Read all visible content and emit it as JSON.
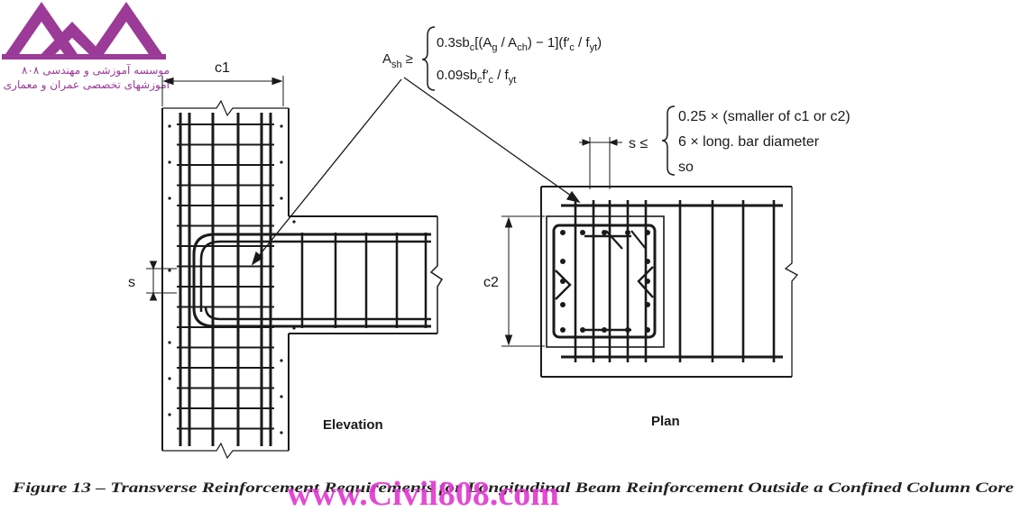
{
  "logo": {
    "line1": "موسسه آموزشی و مهندسی ۸۰۸",
    "line2": "آموزشهای تخصصی عمران و معماری",
    "color": "#9b3a97"
  },
  "watermark": {
    "text": "www.Civil808.com",
    "color": "#e23ad0"
  },
  "formula": {
    "lhs": "A",
    "lhs_sub": "sh",
    "relation": "≥",
    "line1_parts": [
      "0.3sb",
      "c",
      "[(A",
      "g",
      " / A",
      "ch",
      ") − 1](f′",
      "c",
      " / f",
      "yt",
      ")"
    ],
    "line2_parts": [
      "0.09sb",
      "c",
      "f′",
      "c",
      " / f",
      "yt"
    ]
  },
  "spacing": {
    "symbol": "s ≤",
    "items": [
      "0.25 × (smaller of c1 or c2)",
      "6 × long. bar diameter",
      "so"
    ]
  },
  "labels": {
    "c1": "c1",
    "c2": "c2",
    "s": "s",
    "elevation": "Elevation",
    "plan": "Plan"
  },
  "caption": "Figure 13 – Transverse Reinforcement Requirements for Longitudinal Beam Reinforcement Outside a Confined Column Core",
  "icons": [
    "logo-diamond-icon"
  ]
}
